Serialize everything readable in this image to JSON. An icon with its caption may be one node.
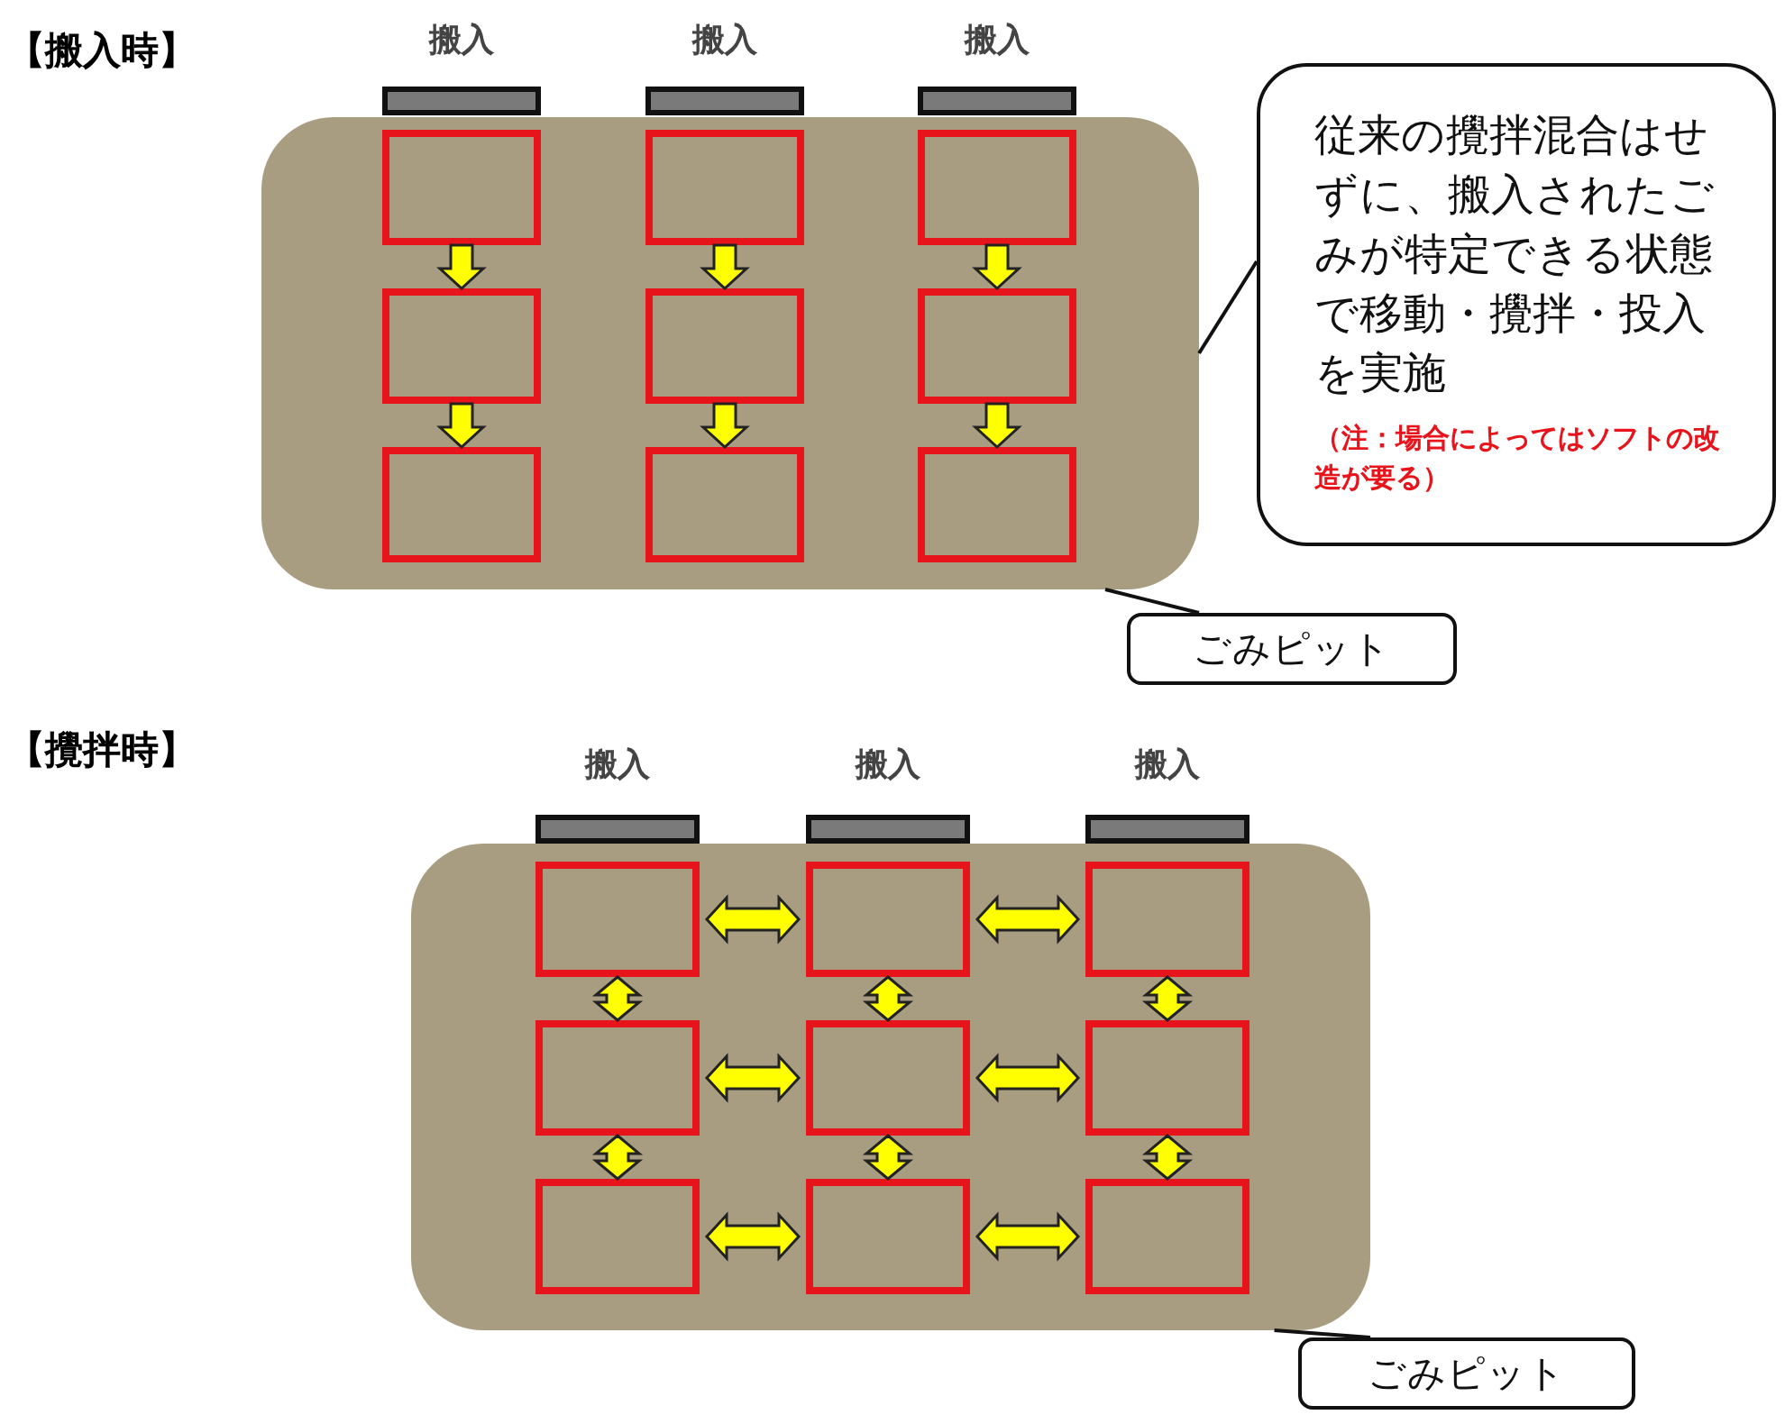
{
  "diagram": {
    "nodes": [
      {
        "text": [
          "搬入"
        ]
      },
      {
        "text": [
          "搬入"
        ]
      },
      {
        "text": [
          "搬入"
        ]
      },
      {
        "text": [],
        "shape": "box"
      },
      {
        "text": [],
        "shape": "box",
        "in": 3
      },
      {
        "text": [],
        "shape": "box",
        "in": 3
      },
      {
        "text": [],
        "shape": "box",
        "in": 3
      },
      {
        "text": [],
        "shape": "box",
        "in": 3
      },
      {
        "text": [],
        "shape": "box",
        "in": 3
      },
      {
        "text": [],
        "shape": "box",
        "in": 3
      },
      {
        "text": [],
        "shape": "box",
        "in": 3
      },
      {
        "text": [],
        "shape": "box",
        "in": 3
      },
      {
        "text": [],
        "shape": "box",
        "in": 3
      },
      {
        "text": [
          "従来の攪拌混合はせずに、搬入されたごみが特定できる状態で移動・攪拌・投入を実施",
          "（注：場合によってはソフトの改造が要る）"
        ]
      },
      {
        "text": [
          "ごみピット"
        ]
      },
      {
        "text": [
          "搬入"
        ]
      },
      {
        "text": [
          "搬入"
        ]
      },
      {
        "text": [
          "搬入"
        ]
      },
      {
        "text": [],
        "shape": "box"
      },
      {
        "text": [],
        "shape": "box",
        "in": 18
      },
      {
        "text": [],
        "shape": "box",
        "in": 18
      },
      {
        "text": [],
        "shape": "box",
        "in": 18
      },
      {
        "text": [],
        "shape": "box",
        "in": 18
      },
      {
        "text": [],
        "shape": "box",
        "in": 18
      },
      {
        "text": [],
        "shape": "box",
        "in": 18
      },
      {
        "text": [],
        "shape": "box",
        "in": 18
      },
      {
        "text": [],
        "shape": "box",
        "in": 18
      },
      {
        "text": [],
        "shape": "box",
        "in": 18
      },
      {
        "text": [
          "ごみピット"
        ]
      }
    ],
    "edges": [
      {
        "from": 4,
        "to": 7,
        "arrow": "to"
      },
      {
        "from": 7,
        "to": 10,
        "arrow": "to"
      },
      {
        "from": 5,
        "to": 8,
        "arrow": "to"
      },
      {
        "from": 8,
        "to": 11,
        "arrow": "to"
      },
      {
        "from": 6,
        "to": 9,
        "arrow": "to"
      },
      {
        "from": 9,
        "to": 12,
        "arrow": "to"
      },
      {
        "from": 13,
        "to": 3,
        "arrow": "none"
      },
      {
        "from": 14,
        "to": 3,
        "arrow": "none"
      },
      {
        "from": 19,
        "to": 22,
        "arrow": "both"
      },
      {
        "from": 22,
        "to": 25,
        "arrow": "both"
      },
      {
        "from": 20,
        "to": 23,
        "arrow": "both"
      },
      {
        "from": 23,
        "to": 26,
        "arrow": "both"
      },
      {
        "from": 21,
        "to": 24,
        "arrow": "both"
      },
      {
        "from": 24,
        "to": 27,
        "arrow": "both"
      },
      {
        "from": 19,
        "to": 20,
        "arrow": "both"
      },
      {
        "from": 20,
        "to": 21,
        "arrow": "both"
      },
      {
        "from": 22,
        "to": 23,
        "arrow": "both"
      },
      {
        "from": 23,
        "to": 24,
        "arrow": "both"
      },
      {
        "from": 25,
        "to": 26,
        "arrow": "both"
      },
      {
        "from": 26,
        "to": 27,
        "arrow": "both"
      },
      {
        "from": 28,
        "to": 18,
        "arrow": "none"
      }
    ],
    "labels": [
      "【搬入時】",
      "【攪拌時】"
    ]
  }
}
